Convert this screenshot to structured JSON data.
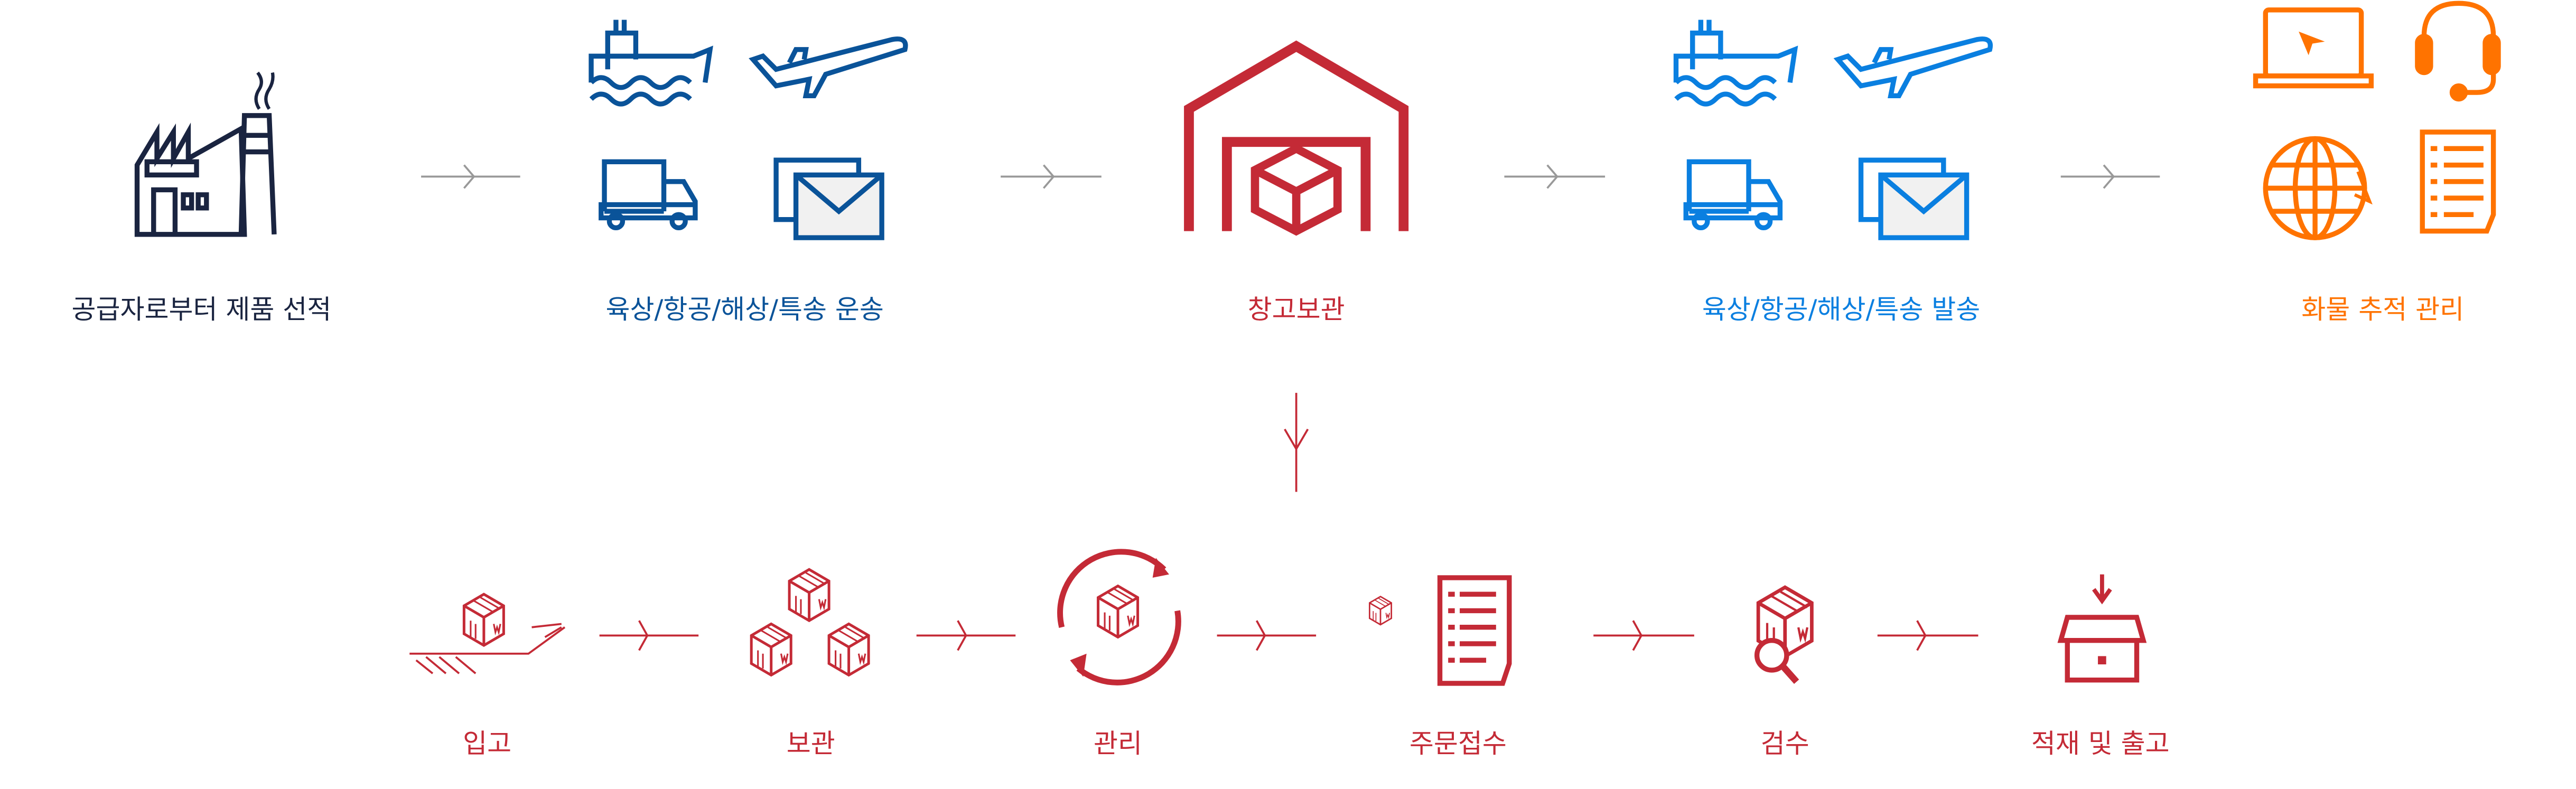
{
  "colors": {
    "navy": "#1a2440",
    "dark_blue": "#0a5399",
    "bright_blue": "#0a7fe0",
    "red": "#c42a36",
    "orange": "#ff7300",
    "arrow_gray": "#999999"
  },
  "top_flow": [
    {
      "label": "공급자로부터 제품 선적",
      "icons": [
        "factory-icon"
      ]
    },
    {
      "label": "육상/항공/해상/특송 운송",
      "icons": [
        "ship-icon",
        "airplane-icon",
        "truck-icon",
        "mail-icon"
      ]
    },
    {
      "label": "창고보관",
      "icons": [
        "warehouse-icon"
      ]
    },
    {
      "label": "육상/항공/해상/특송 발송",
      "icons": [
        "ship-icon",
        "airplane-icon",
        "truck-icon",
        "mail-icon"
      ]
    },
    {
      "label": "화물 추적 관리",
      "icons": [
        "laptop-icon",
        "headset-icon",
        "globe-icon",
        "document-icon"
      ]
    }
  ],
  "bottom_flow": [
    {
      "label": "입고",
      "icon": "box-conveyor-icon"
    },
    {
      "label": "보관",
      "icon": "stacked-boxes-icon"
    },
    {
      "label": "관리",
      "icon": "box-cycle-icon"
    },
    {
      "label": "주문접수",
      "icon": "order-document-icon"
    },
    {
      "label": "검수",
      "icon": "box-inspect-icon"
    },
    {
      "label": "적재 및 출고",
      "icon": "open-box-icon"
    }
  ]
}
